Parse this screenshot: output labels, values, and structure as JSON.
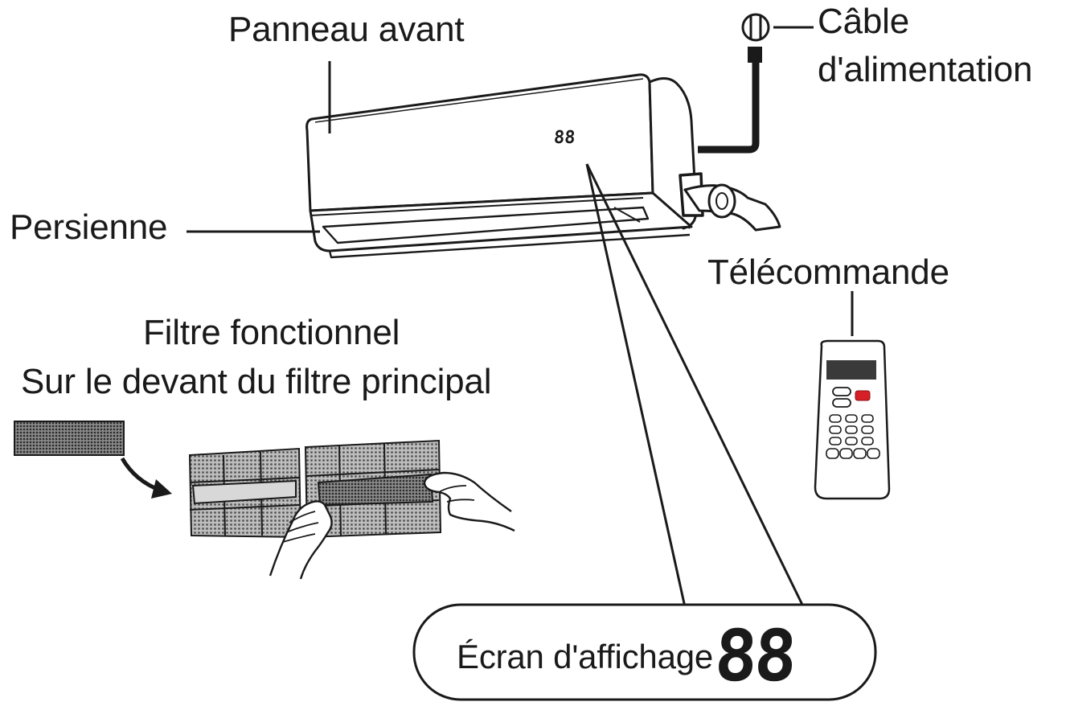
{
  "labels": {
    "front_panel": "Panneau avant",
    "power_cable_line1": "Câble",
    "power_cable_line2": "d'alimentation",
    "louver": "Persienne",
    "remote": "Télécommande",
    "filter_line1": "Filtre fonctionnel",
    "filter_line2": "Sur le devant du filtre principal",
    "display": "Écran d'affichage"
  },
  "unit_display_digits": "88",
  "callout_display_digits": "88",
  "colors": {
    "ink": "#1a1a1a",
    "remote_red_button": "#d61f26",
    "filter_mesh": "#8a8a8a",
    "background": "#ffffff"
  }
}
